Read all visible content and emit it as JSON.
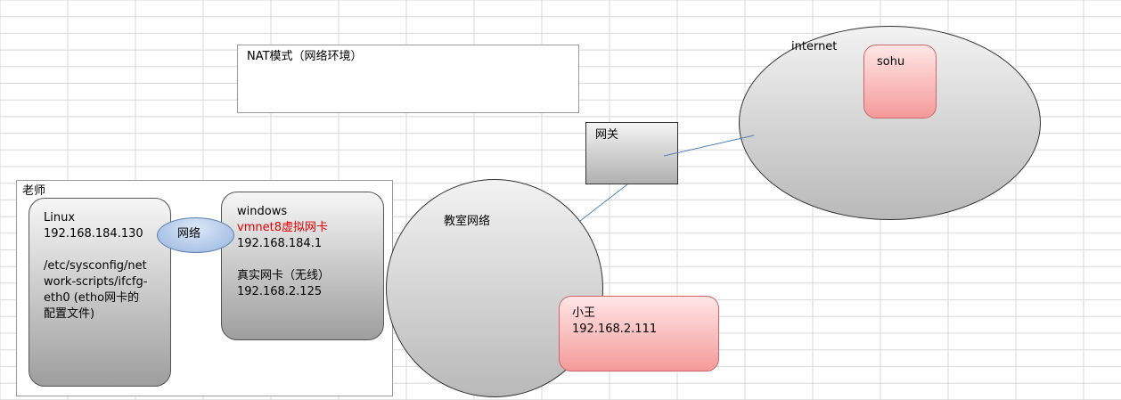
{
  "title_box": {
    "text": "NAT模式（网络环境）"
  },
  "teacher": {
    "label": "老师"
  },
  "linux_box": {
    "lines": [
      "Linux",
      "192.168.184.130",
      "",
      "/etc/sysconfig/net",
      "work-scripts/ifcfg-",
      "eth0 (etho网卡的",
      "配置文件)"
    ]
  },
  "network_oval": {
    "label": "网络"
  },
  "windows_box": {
    "line1": "windows",
    "line2": "vmnet8虚拟网卡",
    "line3": "192.168.184.1",
    "line4": "",
    "line5": "真实网卡（无线）",
    "line6": "192.168.2.125"
  },
  "classroom": {
    "label": "教室网络"
  },
  "xiaowang": {
    "name": "小王",
    "ip": "192.168.2.111"
  },
  "gateway": {
    "label": "网关"
  },
  "internet": {
    "label": "internet"
  },
  "sohu": {
    "label": "sohu"
  },
  "colors": {
    "highlight": "#e00000",
    "connector": "#4f81bd"
  }
}
